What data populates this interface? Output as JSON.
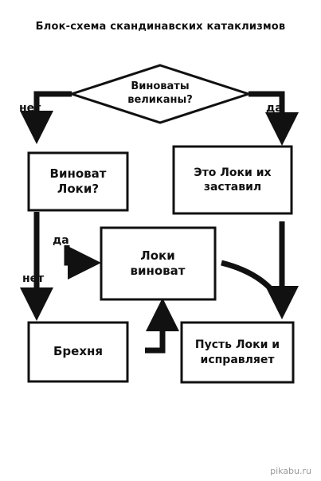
{
  "title": "Блок-схема скандинавских катаклизмов",
  "nodes": {
    "q_giants": "Виноваты великаны?",
    "q_loki": "Виноват Локи?",
    "loki_made_them": "Это Локи их заставил",
    "loki_guilty": "Локи виноват",
    "nonsense": "Брехня",
    "loki_fix": "Пусть Локи и исправляет"
  },
  "edge_labels": {
    "no_1": "нет",
    "yes_1": "да",
    "yes_2": "да",
    "no_2": "нет"
  },
  "watermark": "pikabu.ru"
}
